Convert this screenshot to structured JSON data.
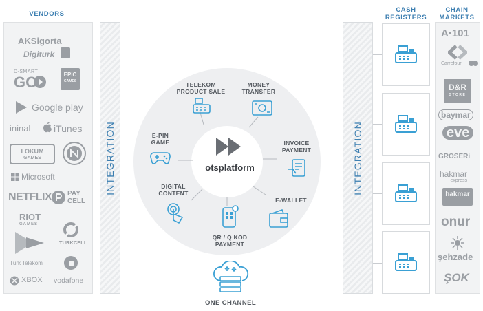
{
  "headers": {
    "vendors": "VENDORS",
    "cash_registers": "CASH\nREGISTERS",
    "chain_markets": "CHAIN\nMARKETS"
  },
  "vendors": {
    "aksigorta": "AKSigorta",
    "digiturk": "Digiturk",
    "dsmart": "D-SMART",
    "go": "GO",
    "epic": "EPIC",
    "epic_sub": "GAMES",
    "googleplay": "Google play",
    "ininal": "ininal",
    "itunes": "iTunes",
    "lokum": "LOKUM",
    "lokum_sub": "GAMES",
    "microsoft": "Microsoft",
    "netflix": "NETFLIX",
    "paycell": "PAY\nCELL",
    "riot": "RIOT",
    "riot_sub": "GAMES",
    "turkcell": "TURKCELL",
    "turktelekom": "Türk Telekom",
    "xbox": "XBOX",
    "vodafone": "vodafone"
  },
  "markets": {
    "a101": "A·101",
    "carrefour": "Carrefour",
    "dr": "D&R",
    "dr_sub": "STORE",
    "baymar": "baymar",
    "eve": "eve",
    "groseri": "GROSERi",
    "hakmar": "hakmar",
    "hakmar_sub": "express",
    "hakmar2": "hakmar",
    "onur": "onur",
    "sehzade": "şehzade",
    "sok": "ŞOK"
  },
  "integration": {
    "left": "INTEGRATION",
    "right": "INTEGRATION"
  },
  "center": {
    "brand": "otsplatform"
  },
  "services": {
    "telekom": "TELEKOM\nPRODUCT SALE",
    "money": "MONEY\nTRANSFER",
    "epin": "E-PIN\nGAME",
    "invoice": "INVOICE\nPAYMENT",
    "digital": "DIGITAL\nCONTENT",
    "ewallet": "E-WALLET",
    "qr": "QR / Q KOD\nPAYMENT"
  },
  "bottom": {
    "one_channel": "ONE CHANNEL"
  },
  "colors": {
    "accent": "#3d7fb1",
    "icon": "#3aa0d4",
    "logo_gray": "#9a9ea3"
  }
}
